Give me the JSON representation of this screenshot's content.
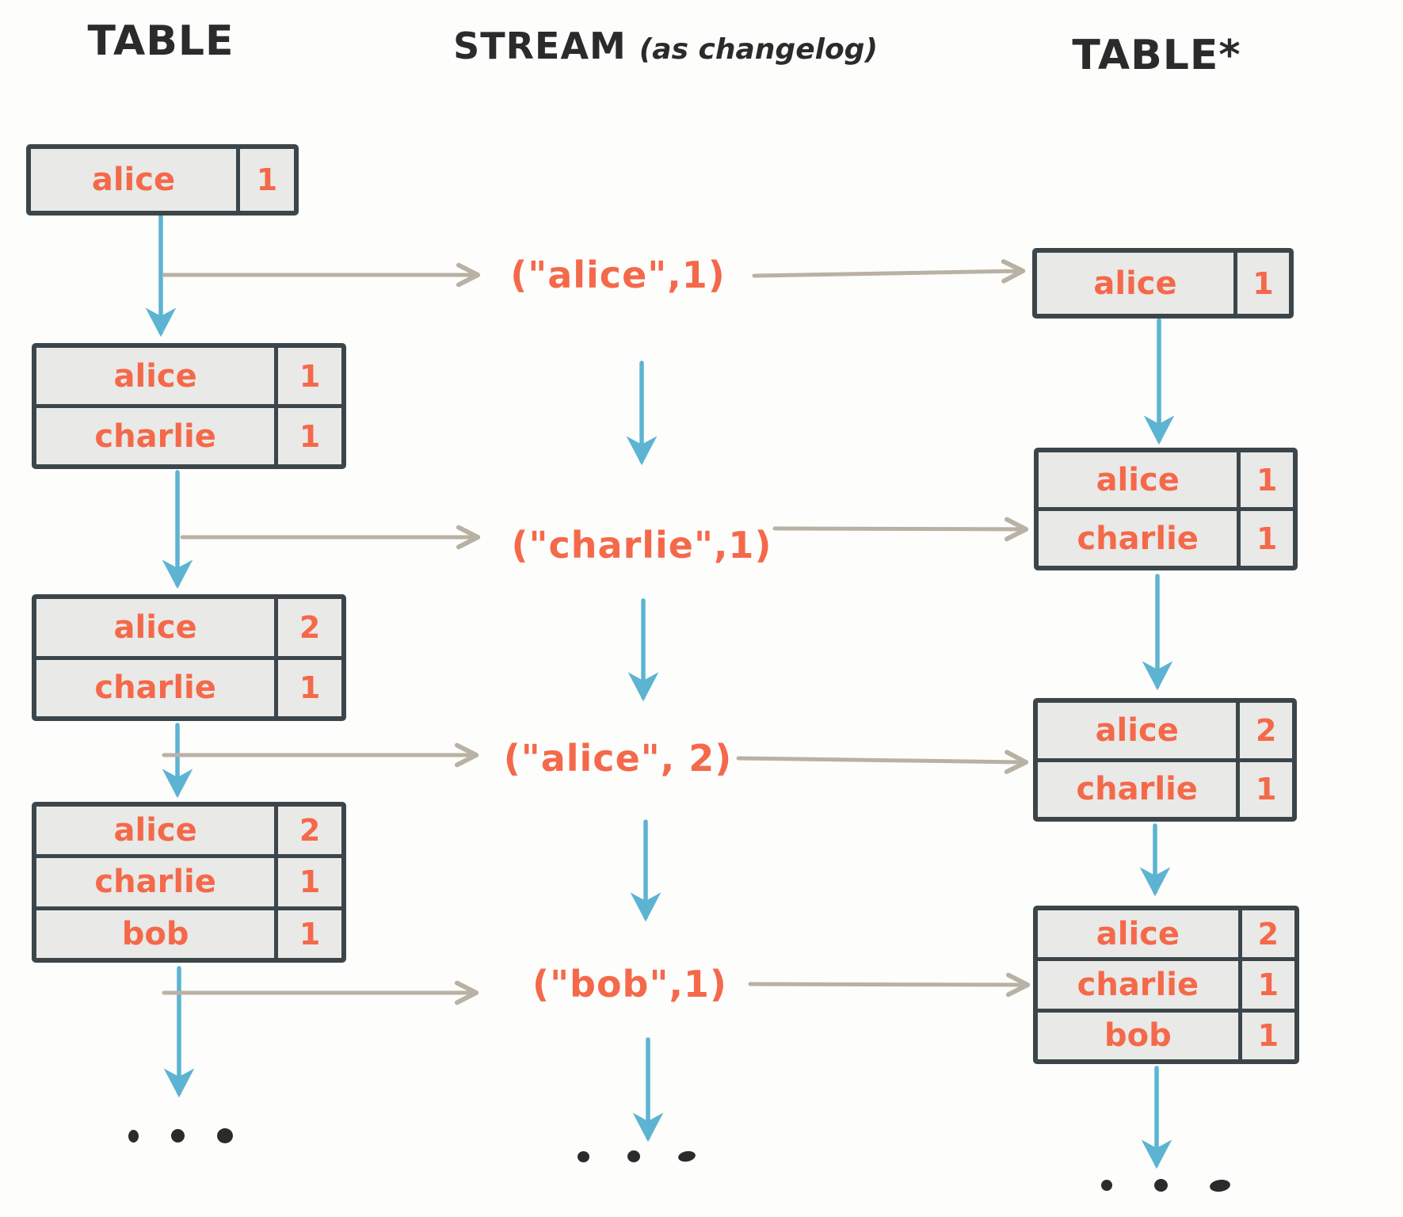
{
  "headers": {
    "left": "TABLE",
    "middle": "STREAM",
    "middle_note": "(as changelog)",
    "right": "TABLE*"
  },
  "palette": {
    "orange": "#f4694a",
    "blue": "#5cb4d2",
    "arrow-gray": "#b9b1a4",
    "table-border": "#3c464a",
    "table-fill": "#e9e9e7",
    "ink": "#2b2b2b",
    "bg": "#fdfdfc"
  },
  "tables": {
    "left": [
      {
        "rows": [
          {
            "key": "alice",
            "value": "1"
          }
        ]
      },
      {
        "rows": [
          {
            "key": "alice",
            "value": "1"
          },
          {
            "key": "charlie",
            "value": "1"
          }
        ]
      },
      {
        "rows": [
          {
            "key": "alice",
            "value": "2"
          },
          {
            "key": "charlie",
            "value": "1"
          }
        ]
      },
      {
        "rows": [
          {
            "key": "alice",
            "value": "2"
          },
          {
            "key": "charlie",
            "value": "1"
          },
          {
            "key": "bob",
            "value": "1"
          }
        ]
      }
    ],
    "right": [
      {
        "rows": [
          {
            "key": "alice",
            "value": "1"
          }
        ]
      },
      {
        "rows": [
          {
            "key": "alice",
            "value": "1"
          },
          {
            "key": "charlie",
            "value": "1"
          }
        ]
      },
      {
        "rows": [
          {
            "key": "alice",
            "value": "2"
          },
          {
            "key": "charlie",
            "value": "1"
          }
        ]
      },
      {
        "rows": [
          {
            "key": "alice",
            "value": "2"
          },
          {
            "key": "charlie",
            "value": "1"
          },
          {
            "key": "bob",
            "value": "1"
          }
        ]
      }
    ]
  },
  "stream": {
    "events": [
      "(\"alice\",1)",
      "(\"charlie\",1)",
      "(\"alice\", 2)",
      "(\"bob\",1)"
    ]
  },
  "ellipsis": "..."
}
